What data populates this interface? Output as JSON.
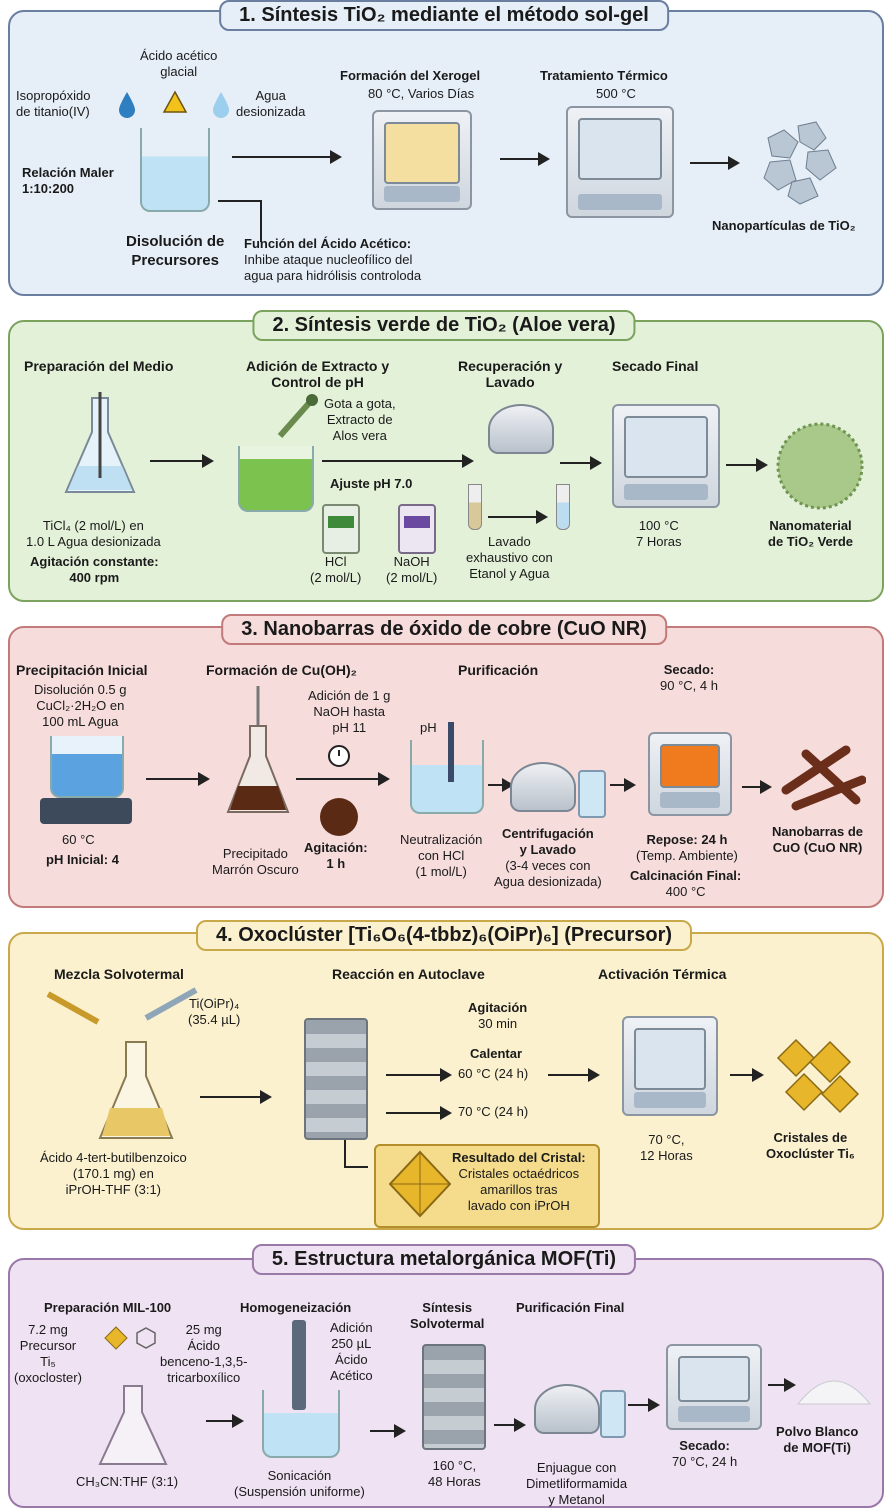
{
  "s1": {
    "title": "1. Síntesis TiO₂ mediante el método sol-gel",
    "acid_line1": "Ácido acético",
    "acid_line2": "glacial",
    "iso_line1": "Isopropóxido",
    "iso_line2": "de titanio(IV)",
    "water_line1": "Agua",
    "water_line2": "desionizada",
    "ratio_line1": "Relación Maler",
    "ratio_line2": "1:10:200",
    "precursor_line1": "Disolución de",
    "precursor_line2": "Precursores",
    "xerogel_title": "Formación del Xerogel",
    "xerogel_cond": "80 °C, Varios Días",
    "thermal_title": "Tratamiento Térmico",
    "thermal_cond": "500 °C",
    "nano_label": "Nanopartículas de TiO₂",
    "func_title": "Función del Ácido Acético:",
    "func_line1": "Inhibe ataque nucleofílico del",
    "func_line2": "agua para hidrólisis controloda"
  },
  "s2": {
    "title": "2. Síntesis verde de TiO₂ (Aloe vera)",
    "prep_title": "Preparación del Medio",
    "prep_line1": "TiCl₄ (2 mol/L) en",
    "prep_line2": "1.0 L Agua desionizada",
    "agit_line1": "Agitación constante:",
    "agit_line2": "400 rpm",
    "add_title1": "Adición de Extracto y",
    "add_title2": "Control de pH",
    "drop_line1": "Gota a gota,",
    "drop_line2": "Extracto de",
    "drop_line3": "Alos vera",
    "ph_adjust": "Ajuste pH 7.0",
    "hcl_label": "HCl",
    "hcl_conc": "(2 mol/L)",
    "naoh_label": "NaOH",
    "naoh_conc": "(2 mol/L)",
    "rec_title1": "Recuperación y",
    "rec_title2": "Lavado",
    "wash_line1": "Lavado",
    "wash_line2": "exhaustivo con",
    "wash_line3": "Etanol y Agua",
    "dry_title": "Secado Final",
    "dry_line1": "100 °C",
    "dry_line2": "7 Horas",
    "result_line1": "Nanomaterial",
    "result_line2": "de TiO₂ Verde"
  },
  "s3": {
    "title": "3. Nanobarras de óxido de cobre (CuO NR)",
    "prec_title": "Precipitación Inicial",
    "prec_line1": "Disolución 0.5 g",
    "prec_line2": "CuCl₂·2H₂O en",
    "prec_line3": "100 mL Agua",
    "temp": "60 °C",
    "ph_init": "pH Inicial: 4",
    "form_title": "Formación de Cu(OH)₂",
    "naoh_line1": "Adición de 1 g",
    "naoh_line2": "NaOH hasta",
    "naoh_line3": "pH 11",
    "precip_line1": "Precipitado",
    "precip_line2": "Marrón Oscuro",
    "agit_line1": "Agitación:",
    "agit_line2": "1 h",
    "pur_title": "Purificación",
    "ph_label": "pH",
    "neut_line1": "Neutralización",
    "neut_line2": "con HCl",
    "neut_line3": "(1 mol/L)",
    "cent_line1": "Centrifugación",
    "cent_line2": "y Lavado",
    "cent_line3": "(3-4 veces con",
    "cent_line4": "Agua desionizada)",
    "dry_line1": "Secado:",
    "dry_line2": "90 °C, 4 h",
    "rest_line1": "Repose: 24 h",
    "rest_line2": "(Temp. Ambiente)",
    "calc_line1": "Calcinación Final:",
    "calc_line2": "400 °C",
    "result_line1": "Nanobarras de",
    "result_line2": "CuO (CuO NR)"
  },
  "s4": {
    "title": "4. Oxoclúster [Ti₆O₆(4-tbbz)₆(OiPr)₆] (Precursor)",
    "mix_title": "Mezcla Solvotermal",
    "ti_line1": "Ti(OiPr)₄",
    "ti_line2": "(35.4 µL)",
    "acid_line1": "Ácido 4-tert-butilbenzoico",
    "acid_line2": "(170.1 mg) en",
    "acid_line3": "iPrOH-THF (3:1)",
    "reac_title": "Reacción en Autoclave",
    "agit_line1": "Agitación",
    "agit_line2": "30 min",
    "heat_line1": "Calentar",
    "heat_line2": "60 °C (24 h)",
    "heat_line3": "70 °C (24 h)",
    "crys_title": "Resultado del Cristal:",
    "crys_line1": "Cristales octaédricos",
    "crys_line2": "amarillos tras",
    "crys_line3": "lavado con iPrOH",
    "act_title": "Activación Térmica",
    "act_line1": "70 °C,",
    "act_line2": "12 Horas",
    "result_line1": "Cristales de",
    "result_line2": "Oxoclúster Ti₆"
  },
  "s5": {
    "title": "5. Estructura metalorgánica MOF(Ti)",
    "prep_title": "Preparación MIL-100",
    "prec_line1": "7.2 mg",
    "prec_line2": "Precursor",
    "prec_line3": "Ti₅",
    "prec_line4": "(oxocloster)",
    "acid_line1": "25 mg",
    "acid_line2": "Ácido",
    "acid_line3": "benceno-1,3,5-",
    "acid_line4": "tricarboxílico",
    "solvent": "CH₃CN:THF (3:1)",
    "hom_title": "Homogeneización",
    "add_line1": "Adición",
    "add_line2": "250 µL",
    "add_line3": "Ácido",
    "add_line4": "Acético",
    "son_line1": "Sonicación",
    "son_line2": "(Suspensión uniforme)",
    "syn_title1": "Síntesis",
    "syn_title2": "Solvotermal",
    "syn_line1": "160 °C,",
    "syn_line2": "48 Horas",
    "pur_title": "Purificación Final",
    "rinse_line1": "Enjuague con",
    "rinse_line2": "Dimetliformamida",
    "rinse_line3": "y Metanol",
    "dry_line1": "Secado:",
    "dry_line2": "70 °C, 24 h",
    "result_line1": "Polvo Blanco",
    "result_line2": "de MOF(Ti)"
  },
  "colors": {
    "p1": "#e6eef8",
    "p2": "#e3f1d9",
    "p3": "#f7dcdc",
    "p4": "#fbf1cf",
    "p5": "#efe2f2"
  }
}
